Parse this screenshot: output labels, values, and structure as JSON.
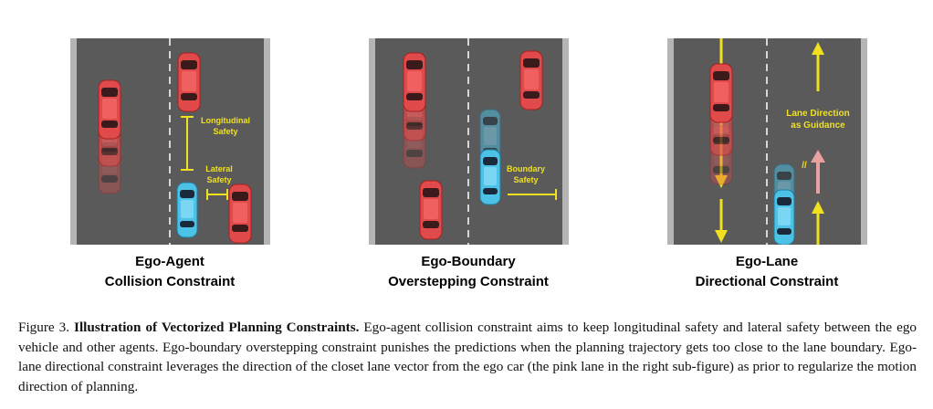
{
  "figure": {
    "panels": [
      {
        "label_line1": "Ego-Agent",
        "label_line2": "Collision Constraint",
        "annotations": {
          "longitudinal_1": "Longitudinal",
          "longitudinal_2": "Safety",
          "lateral_1": "Lateral",
          "lateral_2": "Safety"
        }
      },
      {
        "label_line1": "Ego-Boundary",
        "label_line2": "Overstepping Constraint",
        "annotations": {
          "boundary_1": "Boundary",
          "boundary_2": "Safety"
        }
      },
      {
        "label_line1": "Ego-Lane",
        "label_line2": "Directional Constraint",
        "annotations": {
          "guidance_1": "Lane Direction",
          "guidance_2": "as Guidance",
          "parallel_mark": "//"
        }
      }
    ],
    "caption": {
      "prefix": "Figure 3. ",
      "title": "Illustration of Vectorized Planning Constraints.",
      "body": " Ego-agent collision constraint aims to keep longitudinal safety and lateral safety between the ego vehicle and other agents. Ego-boundary overstepping constraint punishes the predictions when the planning trajectory gets too close to the lane boundary. Ego-lane directional constraint leverages the direction of the closet lane vector from the ego car (the pink lane in the right sub-figure) as prior to regularize the motion direction of planning."
    }
  },
  "colors": {
    "road": "#5a5a5a",
    "shoulder": "#b5b5b5",
    "red_car": "#e04a4a",
    "ego_car": "#4cc2e6",
    "annotation": "#f0e020",
    "pink_lane": "#e8a0a0"
  }
}
